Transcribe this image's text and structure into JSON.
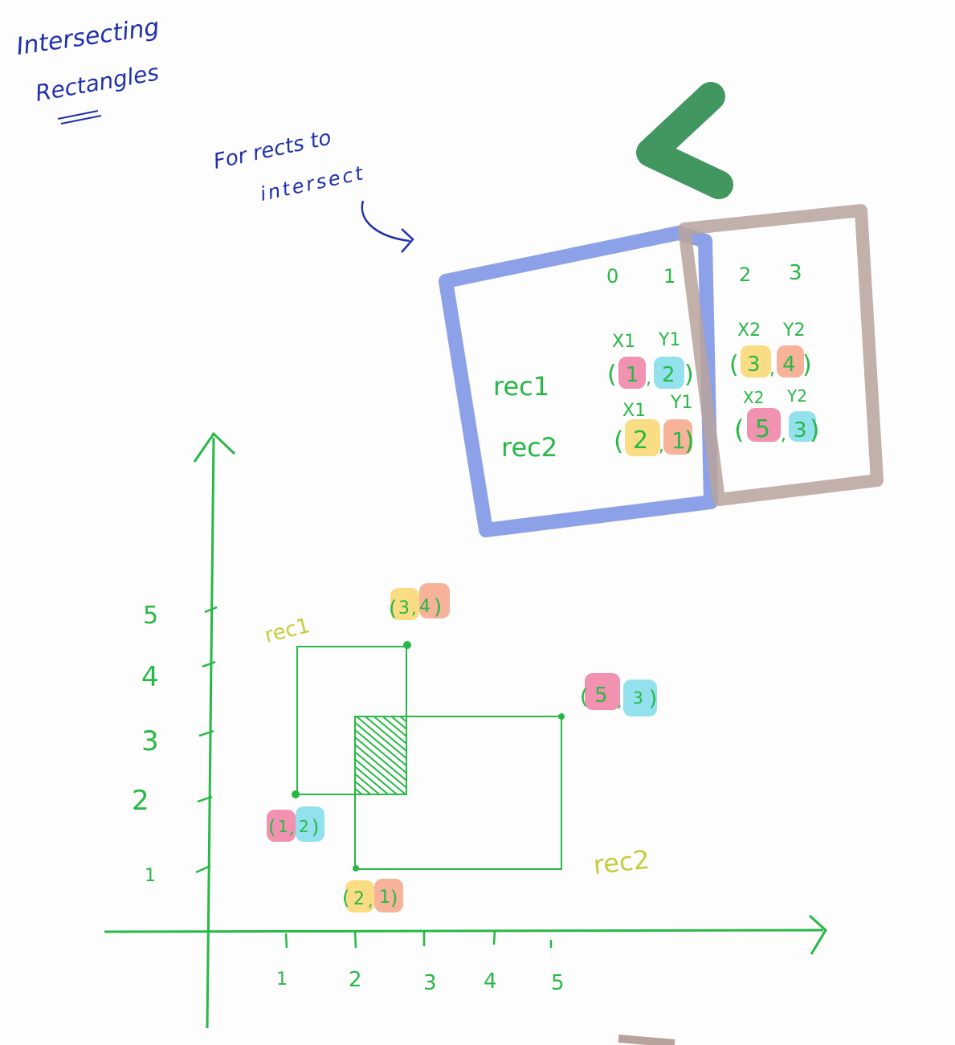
{
  "title": {
    "line1": "Intersecting",
    "line2": "Rectangles"
  },
  "note": {
    "line1": "For rects to",
    "line2": "intersect"
  },
  "colors": {
    "ink_blue": "#1f2fae",
    "ink_green": "#27b845",
    "marker_green": "#2e8b4f",
    "rect_blue": "#7f97e6",
    "rect_brown": "#b7a39b",
    "label_yellow": "#c7cc3a",
    "hl_pink": "#ef7fa3",
    "hl_cyan": "#7fdcea",
    "hl_yellow": "#f8d876",
    "hl_peach": "#f5ab8f"
  },
  "icons": {
    "less_than": "less-than-symbol"
  },
  "table": {
    "indices": [
      "0",
      "1",
      "2",
      "3"
    ],
    "rows": [
      {
        "label": "rec1",
        "x1_header": "X1",
        "y1_header": "Y1",
        "x2_header": "X2",
        "y2_header": "Y2",
        "x1": "1",
        "y1": "2",
        "x2": "3",
        "y2": "4"
      },
      {
        "label": "rec2",
        "x1_header": "X1",
        "y1_header": "Y1",
        "x2_header": "X2",
        "y2_header": "Y2",
        "x1": "2",
        "y1": "1",
        "x2": "5",
        "y2": "3"
      }
    ]
  },
  "graph": {
    "x_ticks": [
      "1",
      "2",
      "3",
      "4",
      "5"
    ],
    "y_ticks": [
      "1",
      "2",
      "3",
      "4",
      "5"
    ],
    "rec1": {
      "label": "rec1",
      "bottom_left": [
        "1",
        "2"
      ],
      "top_right": [
        "3",
        "4"
      ]
    },
    "rec2": {
      "label": "rec2",
      "bottom_left": [
        "2",
        "1"
      ],
      "top_right": [
        "5",
        "3"
      ]
    }
  }
}
